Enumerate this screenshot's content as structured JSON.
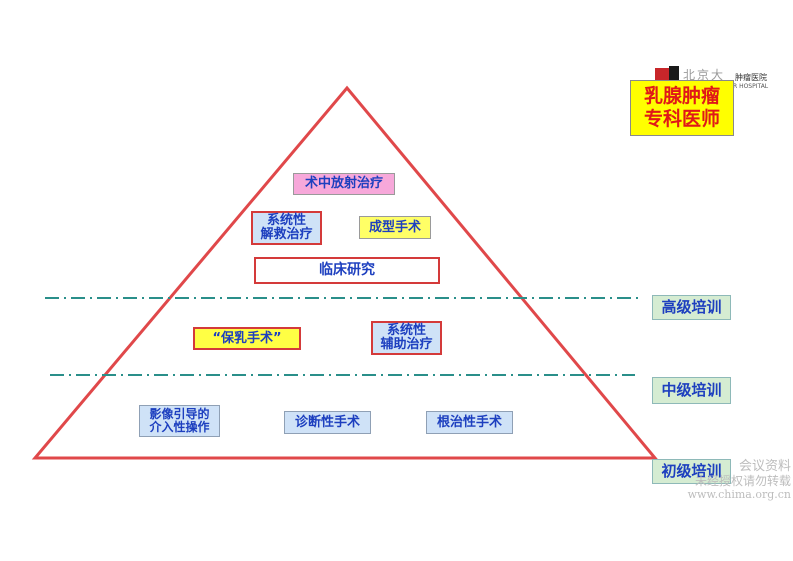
{
  "header": {
    "logo_cn": "肿瘤医院",
    "logo_en": "R HOSPITAL",
    "title_line1": "乳腺肿瘤",
    "title_line2": "专科医师"
  },
  "pyramid": {
    "top": [
      {
        "label": "术中放射治疗"
      },
      {
        "label_line1": "系统性",
        "label_line2": "解救治疗"
      },
      {
        "label": "成型手术"
      },
      {
        "label": "临床研究"
      }
    ],
    "middle": [
      {
        "label": "“保乳手术”"
      },
      {
        "label_line1": "系统性",
        "label_line2": "辅助治疗"
      }
    ],
    "bottom": [
      {
        "label_line1": "影像引导的",
        "label_line2": "介入性操作"
      },
      {
        "label": "诊断性手术"
      },
      {
        "label": "根治性手术"
      }
    ]
  },
  "levels": [
    "高级培训",
    "中级培训",
    "初级培训"
  ],
  "watermark": {
    "line1": "会议资料",
    "line2": "未经授权请勿转载",
    "line3": "www.chima.org.cn"
  },
  "colors": {
    "triangle_stroke": "#e0484a",
    "dashline": "#2a8f8a",
    "text_blue": "#1d3fbf",
    "level_fill": "#d5ecd2"
  }
}
